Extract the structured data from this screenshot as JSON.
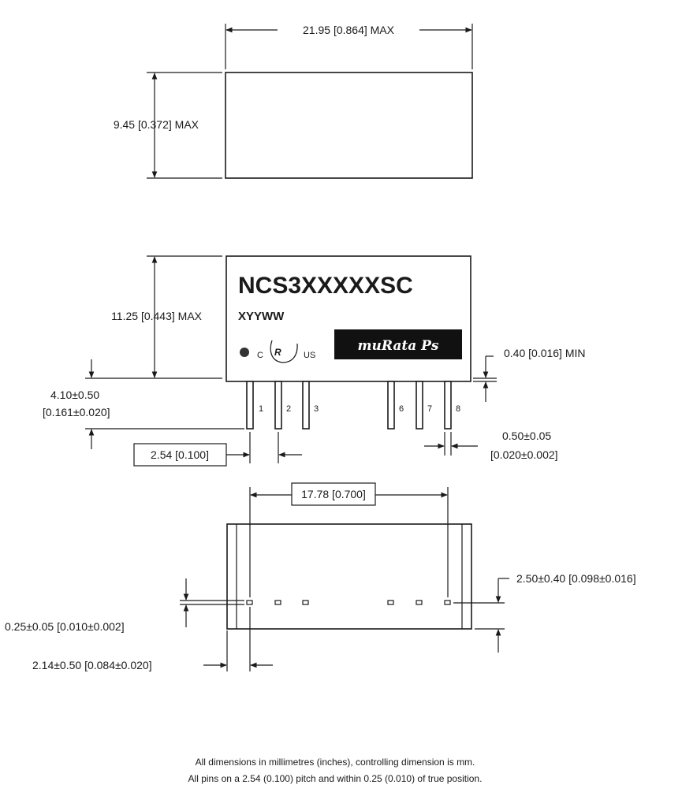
{
  "top_view": {
    "width_label": "21.95 [0.864] MAX",
    "height_label": "9.45 [0.372] MAX"
  },
  "side_view": {
    "part_number": "NCS3XXXXXSC",
    "date_code": "XYYWW",
    "cert_c": "C",
    "cert_us": "US",
    "brand_logo_text": "muRata Ps",
    "height_label": "11.25 [0.443] MAX",
    "standoff_label": "0.40 [0.016] MIN",
    "pin_length_label_1": "4.10±0.50",
    "pin_length_label_2": "[0.161±0.020]",
    "pitch_label": "2.54 [0.100]",
    "pin_width_label_1": "0.50±0.05",
    "pin_width_label_2": "[0.020±0.002]",
    "pins": [
      "1",
      "2",
      "3",
      "6",
      "7",
      "8"
    ]
  },
  "bottom_view": {
    "span_label": "17.78 [0.700]",
    "row_offset_label": "2.50±0.40 [0.098±0.016]",
    "pin_thickness_label": "0.25±0.05 [0.010±0.002]",
    "edge_offset_label": "2.14±0.50 [0.084±0.020]"
  },
  "notes": [
    "All dimensions in millimetres (inches), controlling dimension is mm.",
    "All pins on a 2.54 (0.100) pitch and within 0.25 (0.010) of true position."
  ]
}
